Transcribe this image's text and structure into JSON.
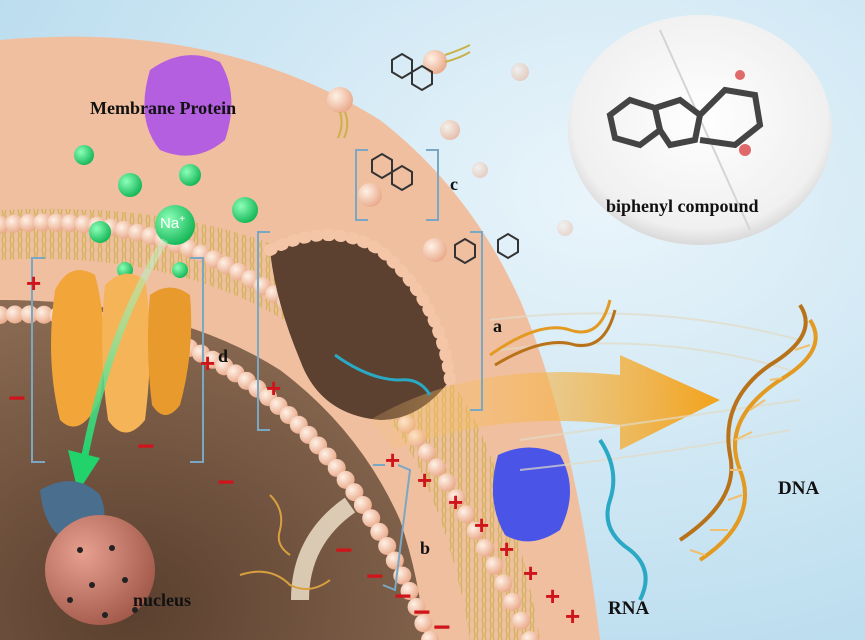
{
  "labels": {
    "membrane_protein": "Membrane Protein",
    "sodium_ion": "Na",
    "sodium_charge": "+",
    "biphenyl_compound": "biphenyl compound",
    "dna": "DNA",
    "rna": "RNA",
    "nucleus": "nucleus",
    "label_a": "a",
    "label_b": "b",
    "label_c": "c",
    "label_d": "d"
  },
  "charges": {
    "plus": "+",
    "minus": "−"
  },
  "colors": {
    "background": "#cfe6f3",
    "lipid_head": "#f6c8a8",
    "lipid_tail": "#c9b24a",
    "cytoplasm": "#7a5a44",
    "membrane_protein": "#b45ee0",
    "sodium_ion": "#1fd36a",
    "channel_protein": "#f2a63a",
    "dna_strand": "#e39a22",
    "rna_strand": "#2aa8c4",
    "blue_protein": "#4a55e8",
    "nucleus": "#c47866",
    "charge": "#d0141b",
    "bracket": "#7aa8c4"
  }
}
